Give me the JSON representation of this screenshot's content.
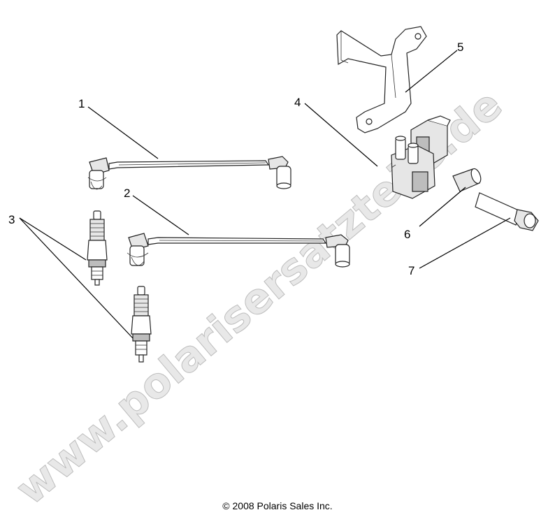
{
  "watermark": "www.polarisersatzteile.de",
  "callouts": {
    "c1": "1",
    "c2": "2",
    "c3": "3",
    "c4": "4",
    "c5": "5",
    "c6": "6",
    "c7": "7"
  },
  "copyright": "© 2008 Polaris Sales Inc."
}
